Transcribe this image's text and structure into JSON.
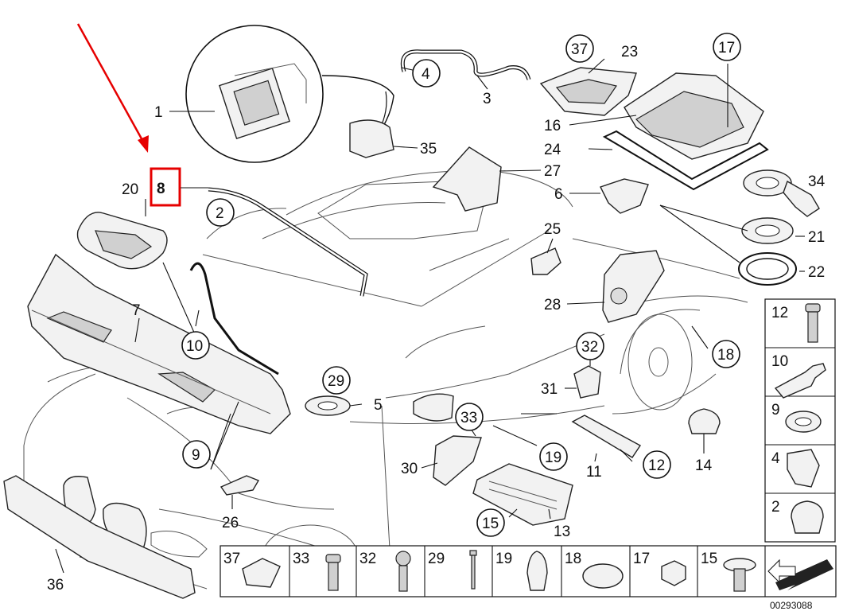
{
  "diagram_code": "00293088",
  "highlight_color": "#e60000",
  "highlighted_part": "8",
  "callouts": {
    "c1": "1",
    "c2": "2",
    "c3": "3",
    "c4": "4",
    "c5": "5",
    "c6": "6",
    "c7": "7",
    "c8": "8",
    "c9": "9",
    "c10": "10",
    "c11": "11",
    "c12": "12",
    "c13": "13",
    "c14": "14",
    "c15": "15",
    "c16": "16",
    "c17": "17",
    "c18": "18",
    "c19": "19",
    "c20": "20",
    "c21": "21",
    "c22": "22",
    "c23": "23",
    "c24": "24",
    "c25": "25",
    "c26": "26",
    "c27": "27",
    "c28": "28",
    "c29": "29",
    "c30": "30",
    "c31": "31",
    "c32": "32",
    "c33": "33",
    "c34": "34",
    "c35": "35",
    "c36": "36",
    "c37": "37"
  },
  "side_legend": [
    "12",
    "10",
    "9",
    "4",
    "2"
  ],
  "bottom_legend": [
    "37",
    "33",
    "32",
    "29",
    "19",
    "18",
    "17",
    "15"
  ]
}
